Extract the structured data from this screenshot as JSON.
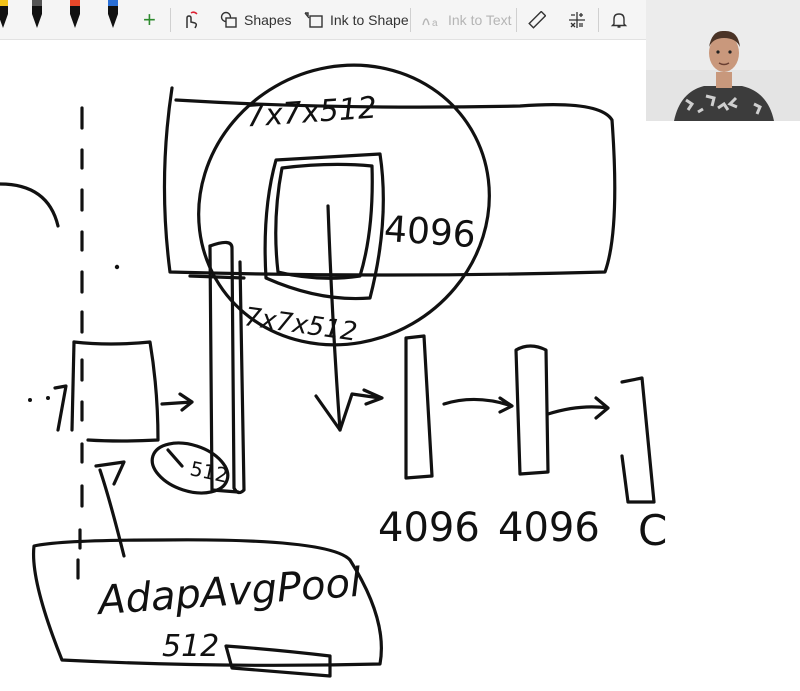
{
  "toolbar": {
    "add_label": "+",
    "shapes_label": "Shapes",
    "ink_to_shape_label": "Ink to Shape",
    "ink_to_text_label": "Ink to Text"
  },
  "pens": [
    {
      "color": "#f2c21a"
    },
    {
      "color": "#111111"
    },
    {
      "color": "#e8482a"
    },
    {
      "color": "#2a6fd6"
    }
  ],
  "accent_color": "#2e8b2e",
  "handwriting": {
    "top_dims": "7x7x512",
    "top_units": "4096",
    "mid_dims": "7x7x512",
    "pool_size": "512",
    "fc1": "4096",
    "fc2": "4096",
    "classes": "C",
    "pool_label": "AdapAvgPool",
    "pool_out": "512"
  }
}
